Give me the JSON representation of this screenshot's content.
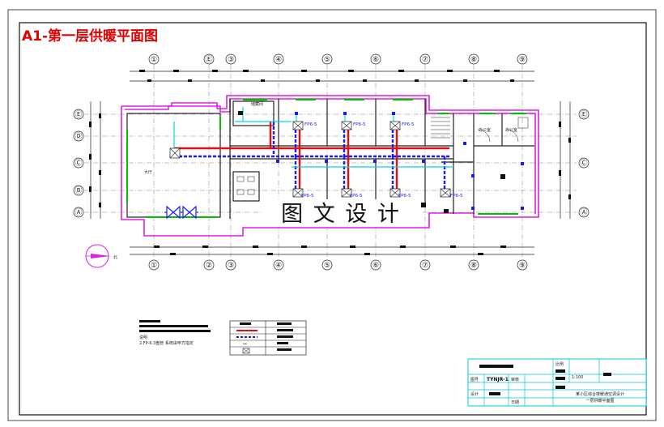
{
  "drawing": {
    "title": "A1-第一层供暖平面图",
    "watermark": "图 文 设 计",
    "top_axes": [
      "①",
      "Ⓔ",
      "③",
      "④",
      "⑤",
      "⑥",
      "⑦",
      "⑧",
      "⑨"
    ],
    "bottom_axes": [
      "①",
      "②",
      "③",
      "④",
      "⑤",
      "⑥",
      "⑦",
      "⑧",
      "⑨"
    ],
    "left_axes": [
      "Ⓔ",
      "Ⓓ",
      "Ⓒ",
      "Ⓑ",
      "Ⓐ"
    ],
    "right_axes": [
      "Ⓔ",
      "Ⓒ",
      "Ⓐ"
    ],
    "fan_coil_labels": [
      "FP6-5",
      "FP6-5",
      "FP6-5",
      "FP6-5",
      "FP6-5",
      "FP6-5",
      "FP6-5"
    ],
    "room_labels": {
      "left_hall": "大厅",
      "storage": "储藏间",
      "room_a": "办公室",
      "room_b": "办公室"
    },
    "north_mark": "北"
  },
  "notes": {
    "line1": "1.本工程采用风机盘管",
    "line2": "说明",
    "line3": "2.FP-6.3盘管 系统由甲方指定"
  },
  "legend": {
    "symbol_hint": "图例"
  },
  "title_block": {
    "drawing_no_label": "图号",
    "drawing_no": "TYNJR-1",
    "check_label": "审核",
    "design_label": "设计",
    "date_label": "日期",
    "scale_label": "比例",
    "scale": "1:100",
    "project_line1": "某小区综合楼暖通空调设计",
    "project_line2": "一层供暖平面图"
  }
}
